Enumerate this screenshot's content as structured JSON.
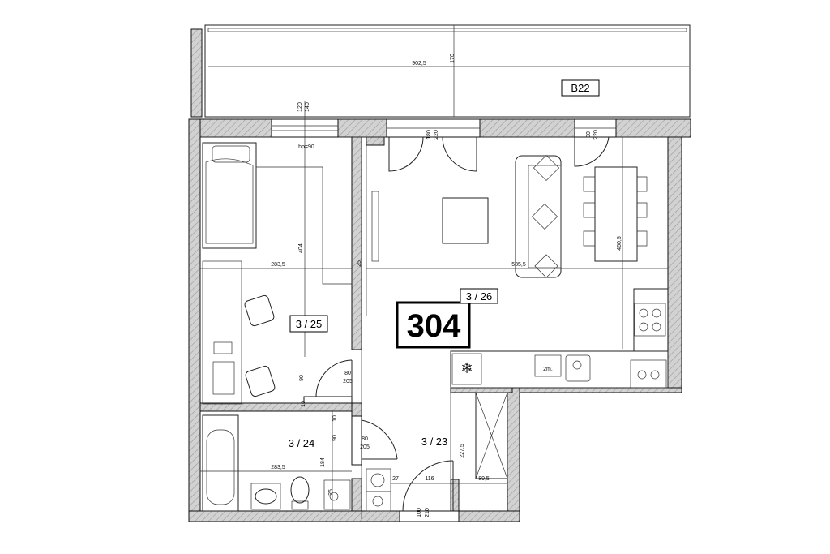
{
  "colors": {
    "wall_fill": "#cfcfcf",
    "ink": "#111111",
    "background": "#ffffff"
  },
  "unit": {
    "number": "304"
  },
  "balcony": {
    "label": "B22",
    "length": "902,5",
    "depth": "170"
  },
  "rooms": {
    "bedroom": "3 / 25",
    "living": "3 / 26",
    "bathroom": "3 / 24",
    "hall": "3 / 23"
  },
  "dimensions": {
    "window_top": "120",
    "window_bottom": "140",
    "window_sill": "hp=90",
    "balcony_door": "180",
    "balcony_door_h": "220",
    "kitchen_door": "90",
    "kitchen_door_h": "220",
    "bedroom_width": "283,5",
    "bedroom_height": "404",
    "bedroom_gap": "25",
    "living_width": "585,5",
    "dining_depth": "460,5",
    "bedroom_door_w": "80",
    "bedroom_door_h": "205",
    "bedroom_door_gap": "90",
    "bedroom_wall": "10",
    "bath_door_w": "80",
    "bath_door_h": "205",
    "bath_door_gap": "90",
    "bath_wall": "10",
    "bath_width": "283,5",
    "bath_depth": "184",
    "bath_small": "25",
    "hall_27": "27",
    "hall_116": "116",
    "hall_2275": "227,5",
    "closet_width": "89,5",
    "entry_door_w": "100",
    "entry_door_h": "210",
    "fridge_label": "2m."
  }
}
